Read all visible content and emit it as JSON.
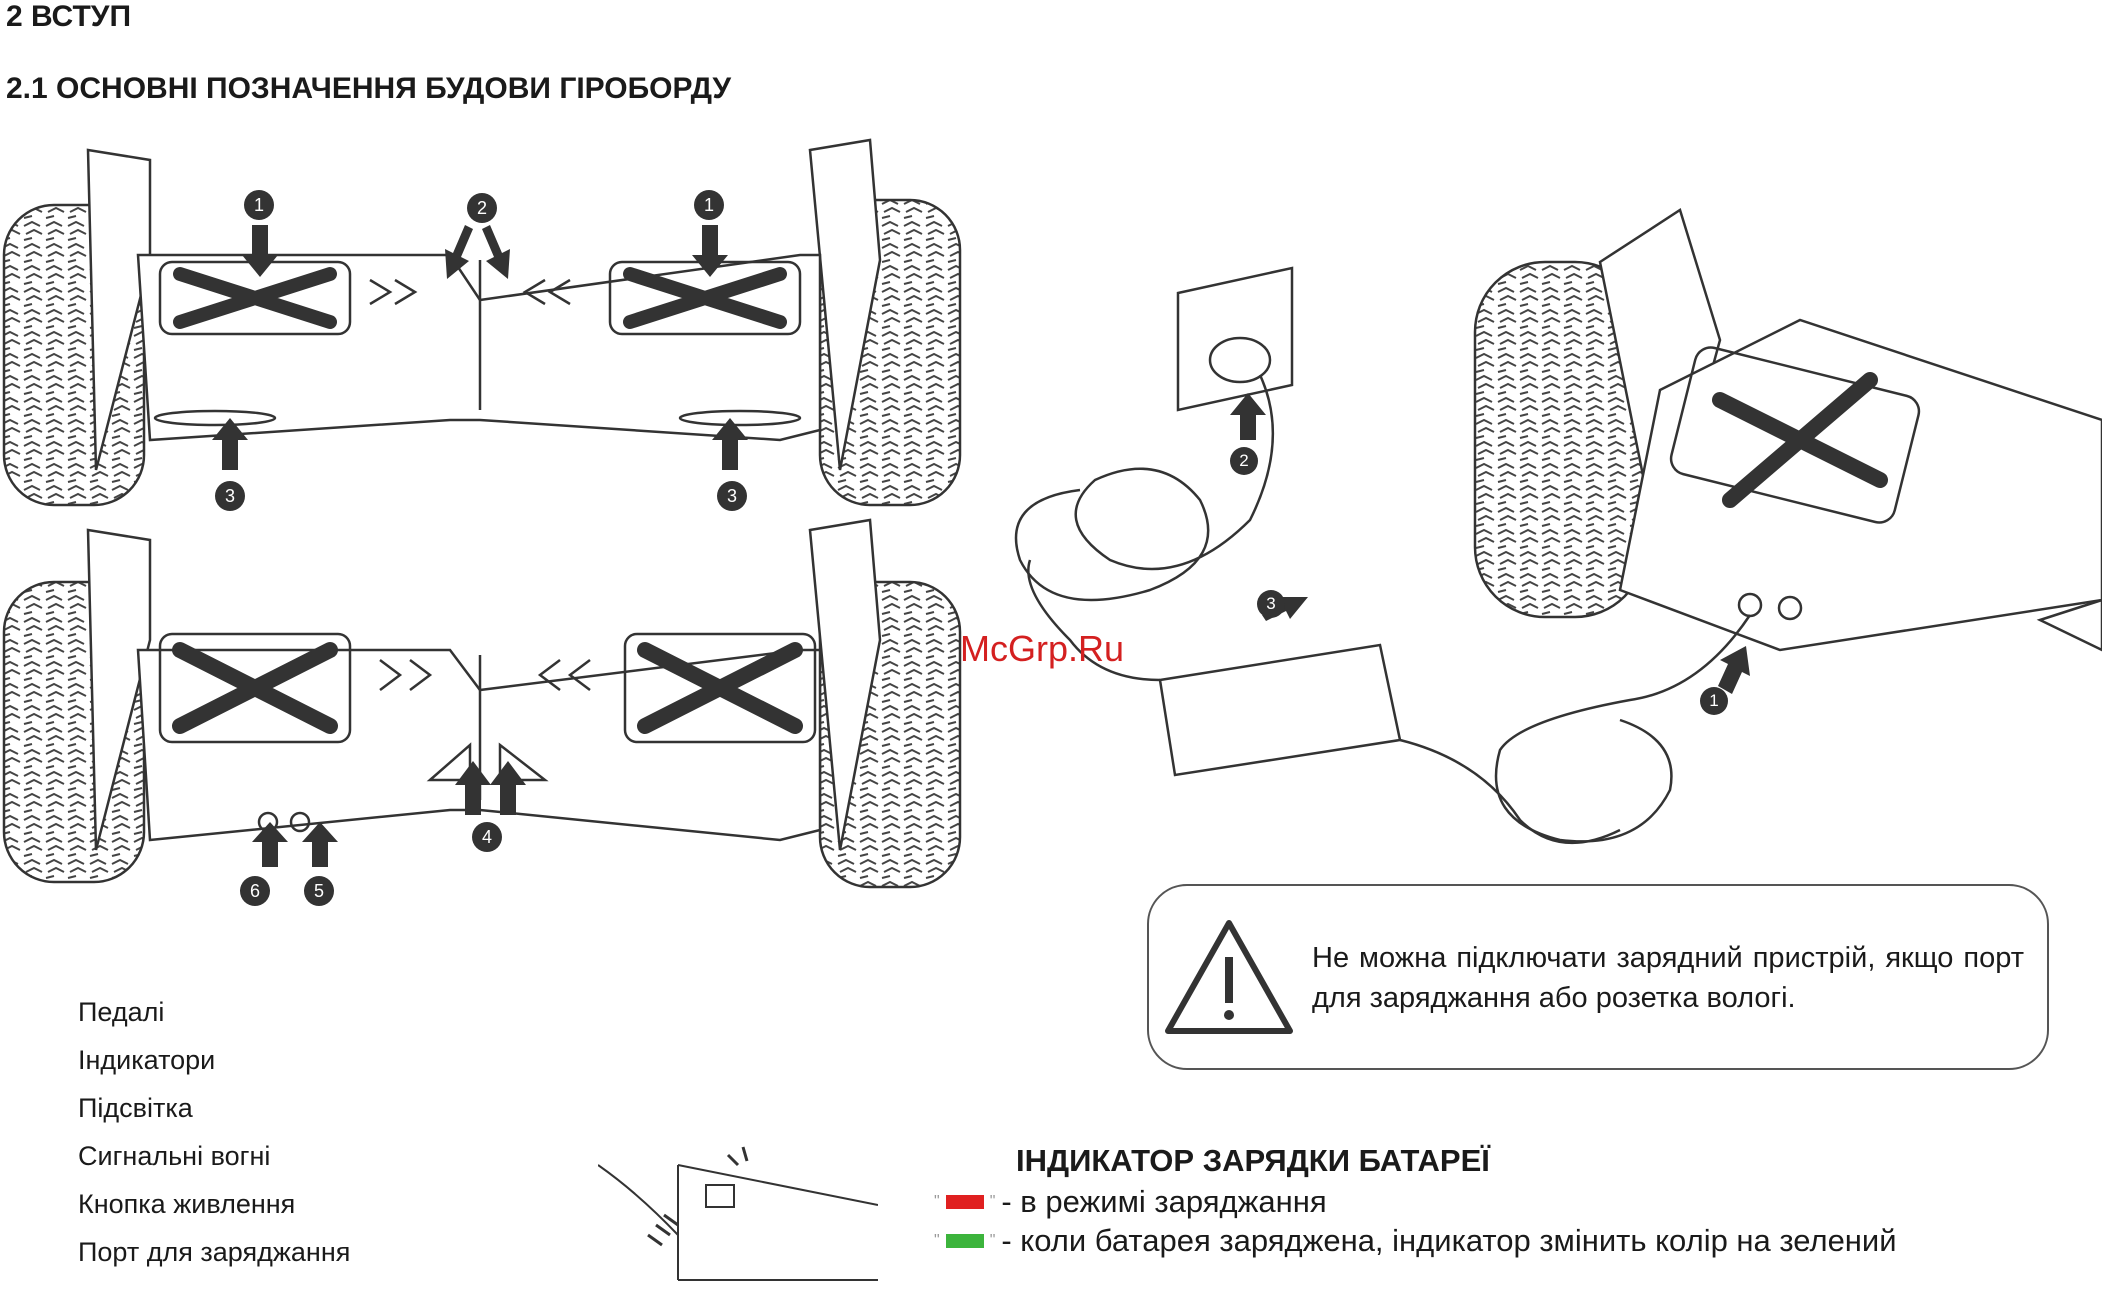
{
  "header": {
    "section": "2 ВСТУП",
    "subsection": "2.1 ОСНОВНІ ПОЗНАЧЕННЯ БУДОВИ ГІРОБОРДУ"
  },
  "watermark": "McGrp.Ru",
  "legend": [
    "Педалі",
    "Індикатори",
    "Підсвітка",
    "Сигнальні вогні",
    "Кнопка живлення",
    "Порт для заряджання"
  ],
  "callouts_top": [
    "1",
    "2",
    "1",
    "3",
    "3"
  ],
  "callouts_bottom": [
    "4",
    "6",
    "5"
  ],
  "callouts_charge": [
    "2",
    "3",
    "1"
  ],
  "warning": {
    "text": "Не можна підключати зарядний пристрій, якщо порт для заряджання або розетка вологі."
  },
  "indicator": {
    "title": "ІНДИКАТОР ЗАРЯДКИ БАТАРЕЇ",
    "rows": [
      {
        "color": "#e02020",
        "text": "- в режимі заряджання"
      },
      {
        "color": "#3cb43c",
        "text": "- коли батарея заряджена, індикатор змінить колір на зелений"
      }
    ]
  }
}
